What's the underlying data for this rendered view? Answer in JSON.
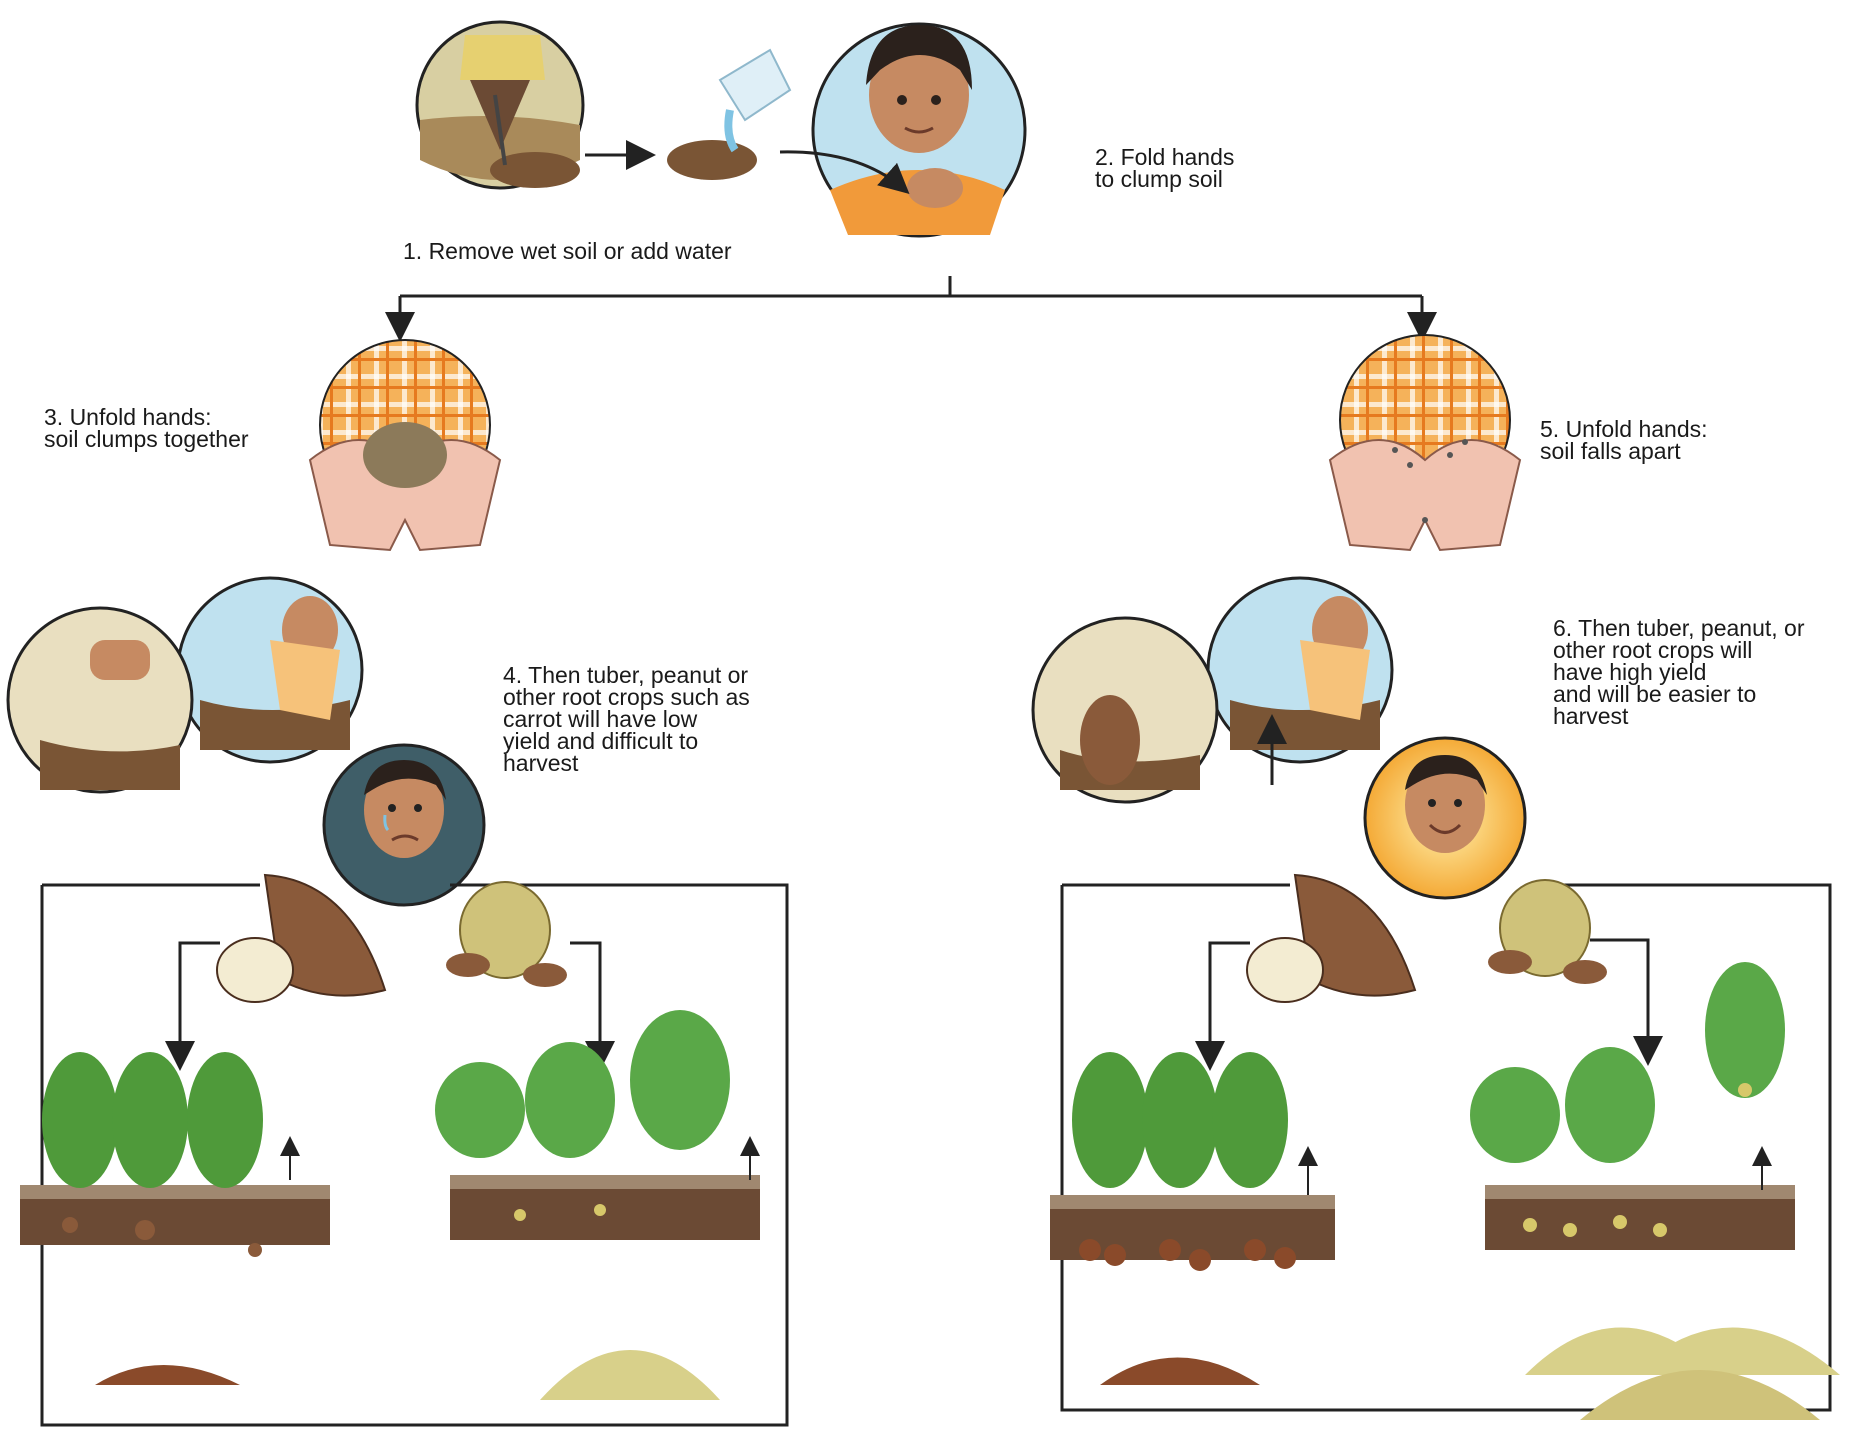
{
  "steps": {
    "step1": "1. Remove wet soil or add water",
    "step2": "2. Fold hands\nto clump soil",
    "step3": "3. Unfold hands:\nsoil clumps together",
    "step4": "4. Then tuber, peanut or\nother root crops such as\ncarrot will have low\nyield and difficult to\nharvest",
    "step5": "5. Unfold hands:\nsoil falls apart",
    "step6": "6. Then tuber, peanut, or\nother root crops will\nhave high yield\nand will be easier to\nharvest"
  },
  "colors": {
    "line": "#222222",
    "sky": "#bfe1ef",
    "skin": "#c68a62",
    "hair": "#2b211c",
    "shirt_orange": "#f19a3a",
    "soil": "#7a5535",
    "tuber_skin": "#8a5a3a",
    "tuber_flesh": "#f3ecd2",
    "peanut": "#cfc27a",
    "leaf": "#4f9a3a",
    "sun": "#f7b62a",
    "sad_bg": "#3f5e68",
    "hands": "#f1c2b0"
  },
  "icons": {
    "scene1": "farmer-digging-icon",
    "scene2": "girl-folding-hands-icon",
    "hands_clump": "hands-soil-clump-icon",
    "hands_apart": "hands-soil-falls-apart-icon",
    "sad_face": "sad-face-icon",
    "happy_face": "happy-face-icon",
    "tuber": "tuber-icon",
    "peanut": "peanut-icon",
    "harvest_pile": "harvest-pile-icon"
  }
}
